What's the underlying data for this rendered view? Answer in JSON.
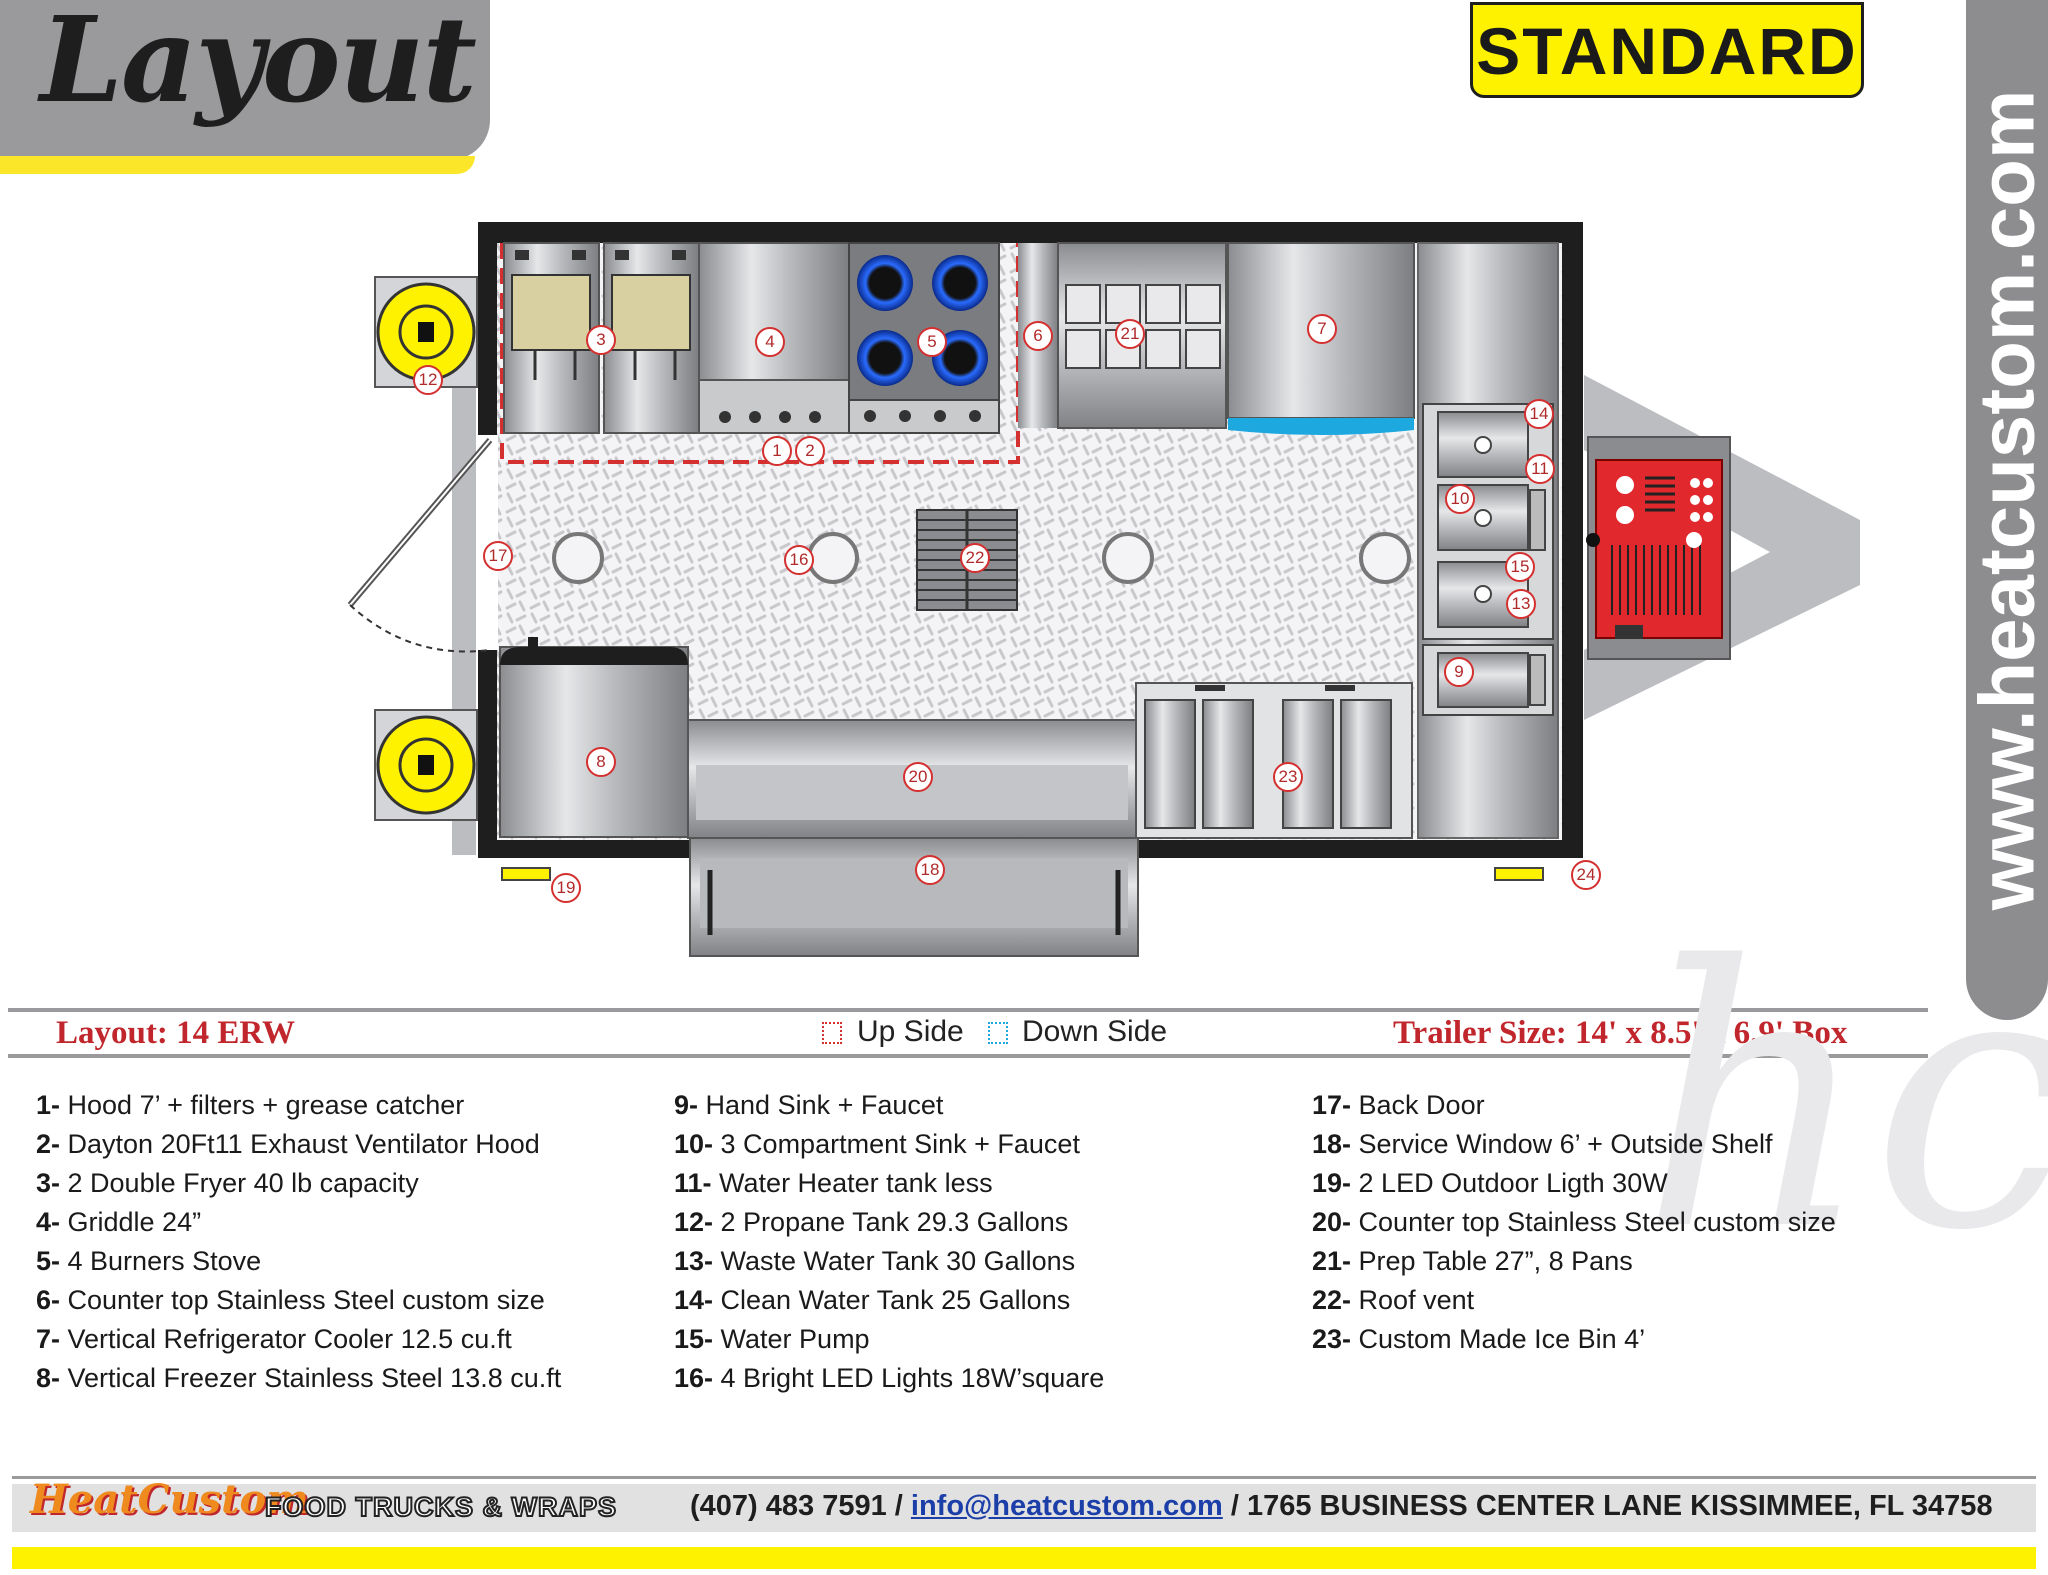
{
  "header": {
    "title": "Layout",
    "badge": "STANDARD",
    "website": "www.heatcustom.com"
  },
  "info": {
    "layout_label": "Layout: 14 ERW",
    "legend_up": "Up Side",
    "legend_down": "Down Side",
    "trailer_size": "Trailer Size: 14' x 8.5' x 6.9' Box"
  },
  "items": [
    {
      "num": "1-",
      "text": " Hood 7’ + filters + grease catcher"
    },
    {
      "num": "2-",
      "text": " Dayton 20Ft11 Exhaust Ventilator Hood"
    },
    {
      "num": "3-",
      "text": " 2 Double Fryer 40 lb capacity"
    },
    {
      "num": "4-",
      "text": " Griddle 24”"
    },
    {
      "num": "5-",
      "text": " 4 Burners Stove"
    },
    {
      "num": "6-",
      "text": " Counter top Stainless Steel custom size"
    },
    {
      "num": "7-",
      "text": " Vertical Refrigerator Cooler 12.5 cu.ft"
    },
    {
      "num": "8-",
      "text": " Vertical Freezer Stainless Steel 13.8  cu.ft"
    },
    {
      "num": "9-",
      "text": " Hand Sink + Faucet"
    },
    {
      "num": "10-",
      "text": "  3 Compartment Sink + Faucet"
    },
    {
      "num": "11-",
      "text": " Water Heater tank less"
    },
    {
      "num": "12-",
      "text": " 2 Propane Tank 29.3 Gallons"
    },
    {
      "num": "13-",
      "text": " Waste Water Tank 30 Gallons"
    },
    {
      "num": "14-",
      "text": " Clean Water Tank 25 Gallons"
    },
    {
      "num": "15-",
      "text": " Water Pump"
    },
    {
      "num": "16-",
      "text": " 4 Bright LED Lights 18W’square"
    },
    {
      "num": "17-",
      "text": " Back Door"
    },
    {
      "num": "18-",
      "text": " Service Window 6’ + Outside Shelf"
    },
    {
      "num": "19-",
      "text": " 2 LED Outdoor Ligth 30W"
    },
    {
      "num": "20-",
      "text": " Counter top Stainless Steel custom size"
    },
    {
      "num": "21-",
      "text": " Prep Table 27”, 8 Pans"
    },
    {
      "num": "22-",
      "text": " Roof vent"
    },
    {
      "num": "23-",
      "text": " Custom Made Ice Bin 4’"
    }
  ],
  "markers": [
    "1",
    "2",
    "3",
    "4",
    "5",
    "6",
    "7",
    "8",
    "9",
    "10",
    "11",
    "12",
    "13",
    "14",
    "15",
    "16",
    "17",
    "18",
    "19",
    "20",
    "21",
    "22",
    "23",
    "24"
  ],
  "footer": {
    "brand": "HeatCustom",
    "brand_sub": "FOOD TRUCKS & WRAPS",
    "phone": "(407) 483 7591",
    "sep1": " / ",
    "email": " info@heatcustom.com",
    "sep2": "  /  ",
    "address": "1765 BUSINESS CENTER LANE KISSIMMEE, FL 34758"
  },
  "colors": {
    "accent_yellow": "#fef200",
    "brand_red": "#c0262b",
    "legend_up": "#d43030",
    "legend_down": "#1ea8e0",
    "frame": "#1e1e1e",
    "panel_gray": "#9a9a9c"
  }
}
